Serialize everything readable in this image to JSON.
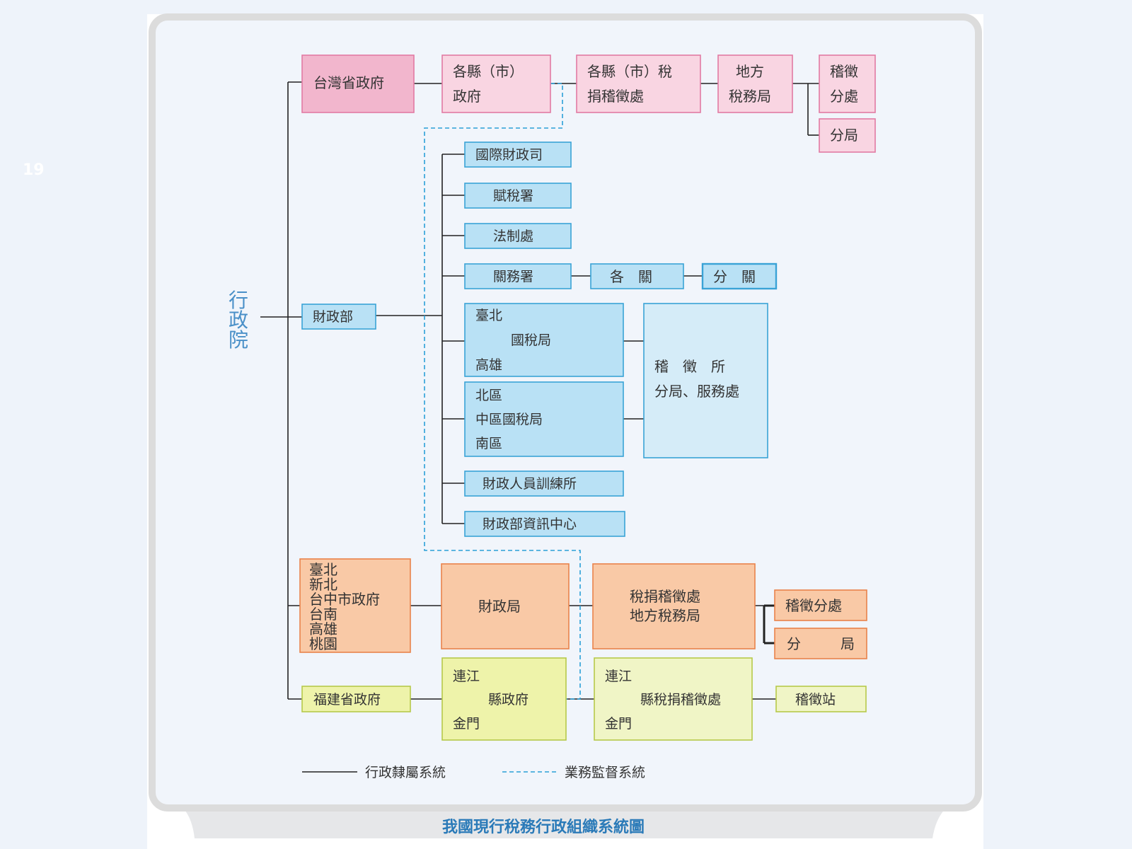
{
  "slide_number": "19",
  "root": [
    "行",
    "政",
    "院"
  ],
  "caption": "我國現行稅務行政組織系統圖",
  "legend": {
    "solid": "行政隸屬系統",
    "dashed": "業務監督系統"
  },
  "colors": {
    "pink_fill": "#f2b6cd",
    "pink_light": "#f9d5e2",
    "pink_stroke": "#e27ba3",
    "blue_fill": "#b9e1f5",
    "blue_light": "#d5ecf8",
    "blue_stroke": "#3aa3d6",
    "orange_fill": "#f9c9a6",
    "orange_stroke": "#e9834b",
    "green_fill": "#eef3aa",
    "green_light": "#f0f5c6",
    "green_stroke": "#b6c94a",
    "dashed_line": "#2ba0d8"
  },
  "boxes": {
    "taiwan_prov": "台灣省政府",
    "county_gov": [
      "各縣（市）",
      "政府"
    ],
    "county_tax": [
      "各縣（市）稅",
      "捐稽徵處"
    ],
    "local_tax": [
      "地方",
      "稅務局"
    ],
    "jizheng_fenchu": [
      "稽徵",
      "分處"
    ],
    "fenju_top": "分局",
    "mof": "財政部",
    "intl_fiscal": "國際財政司",
    "tax_agency": "賦稅署",
    "legal_dept": "法制處",
    "customs": "關務署",
    "ge_guan": "各　關",
    "fen_guan": "分　關",
    "ntb_city": [
      "臺北",
      "國稅局",
      "高雄"
    ],
    "ntb_region": [
      "北區",
      "中區國稅局",
      "南區"
    ],
    "branches": [
      "稽　徵　所",
      "分局、服務處"
    ],
    "training": "財政人員訓練所",
    "data_center": "財政部資訊中心",
    "muni_gov": [
      "臺北",
      "新北",
      "台中市政府",
      "台南",
      "高雄",
      "桃園"
    ],
    "finance_bureau": "財政局",
    "muni_tax": [
      "稅捐稽徵處",
      "地方稅務局"
    ],
    "muni_jizheng": "稽徵分處",
    "muni_fenju": [
      "分",
      "局"
    ],
    "fujian_prov": "福建省政府",
    "fujian_county": [
      "連江",
      "縣政府",
      "金門"
    ],
    "fujian_tax": [
      "連江",
      "縣稅捐稽徵處",
      "金門"
    ],
    "jizheng_station": "稽徵站"
  }
}
